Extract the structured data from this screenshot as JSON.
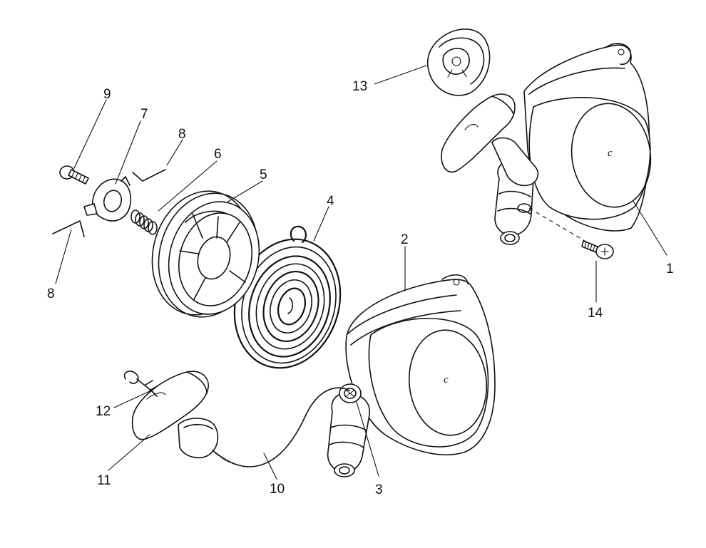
{
  "callouts": [
    {
      "id": "1",
      "label": "1"
    },
    {
      "id": "2",
      "label": "2"
    },
    {
      "id": "3",
      "label": "3"
    },
    {
      "id": "4",
      "label": "4"
    },
    {
      "id": "5",
      "label": "5"
    },
    {
      "id": "6",
      "label": "6"
    },
    {
      "id": "7",
      "label": "7"
    },
    {
      "id": "8a",
      "label": "8"
    },
    {
      "id": "8b",
      "label": "8"
    },
    {
      "id": "9",
      "label": "9"
    },
    {
      "id": "10",
      "label": "10"
    },
    {
      "id": "11",
      "label": "11"
    },
    {
      "id": "12",
      "label": "12"
    },
    {
      "id": "13",
      "label": "13"
    },
    {
      "id": "14",
      "label": "14"
    }
  ],
  "cover_mark": "c"
}
